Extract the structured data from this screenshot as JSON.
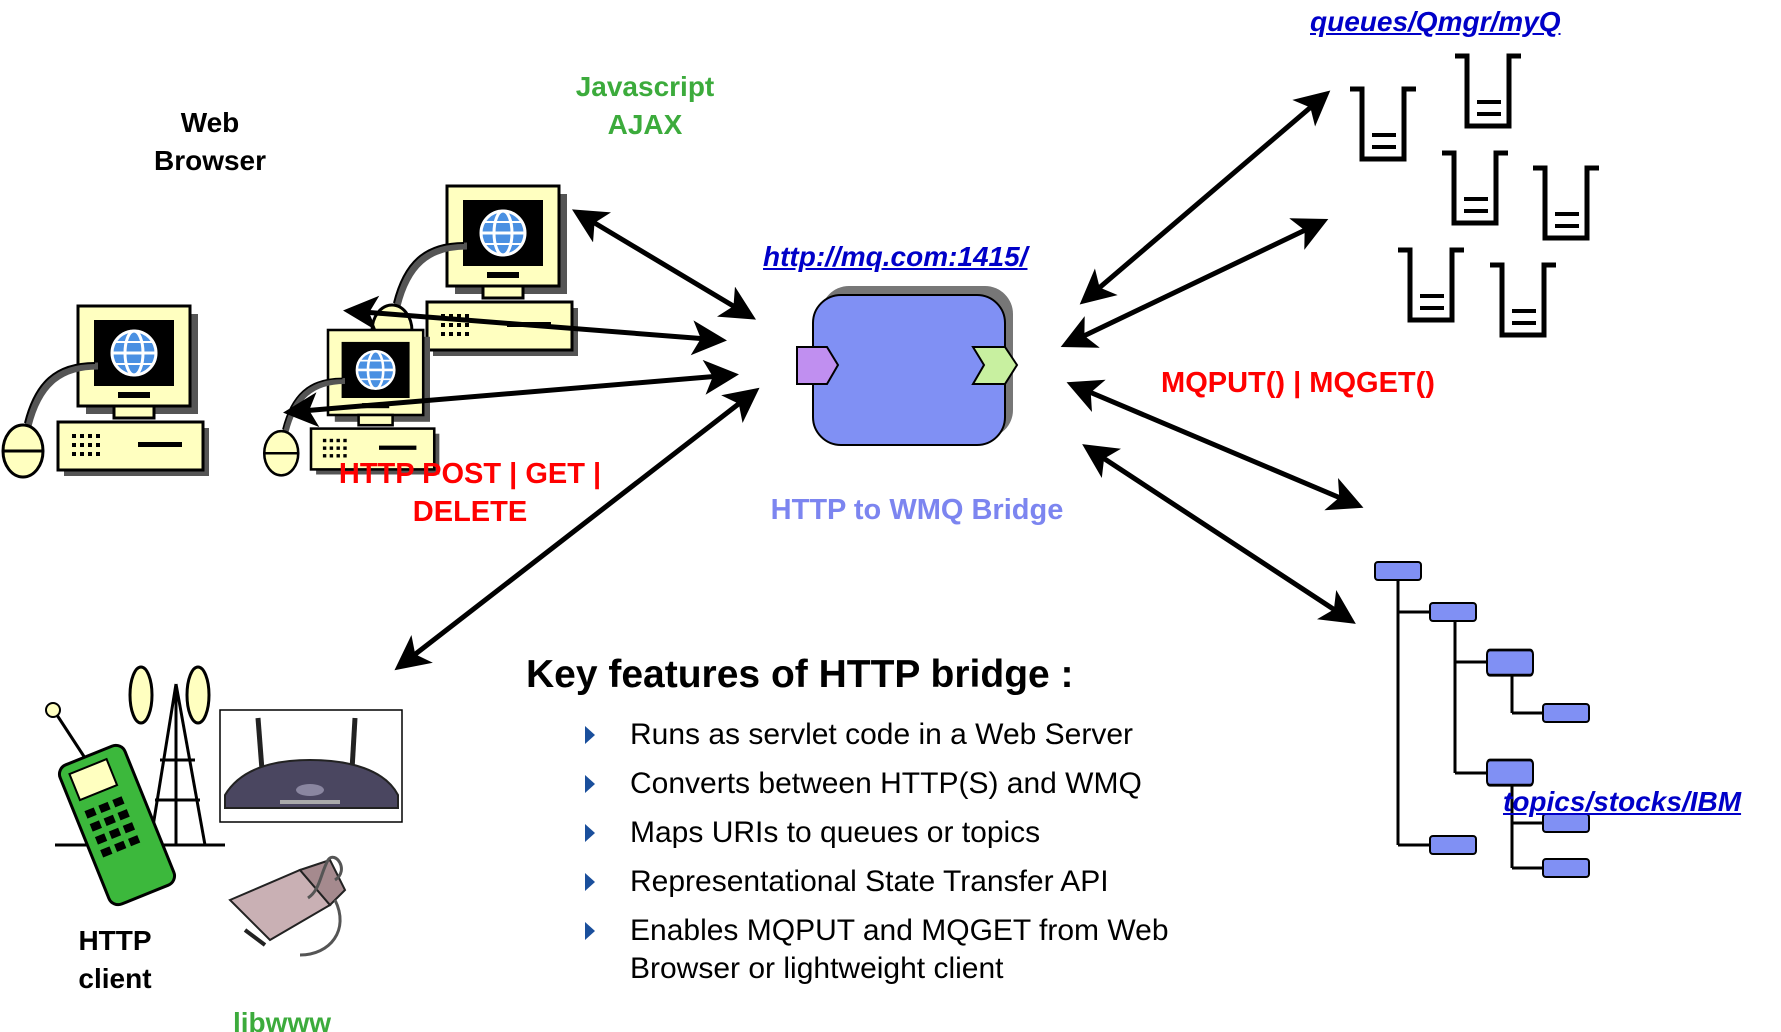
{
  "labels": {
    "web_browser": [
      "Web",
      "Browser"
    ],
    "javascript_ajax": [
      "Javascript",
      "AJAX"
    ],
    "bridge_url": "http://mq.com:1415/",
    "http_methods": [
      "HTTP POST  |  GET |",
      "DELETE"
    ],
    "bridge_title": "HTTP to WMQ Bridge",
    "mq_calls": "MQPUT() | MQGET()",
    "queues_path": "queues/Qmgr/myQ",
    "topics_path": "topics/stocks/IBM",
    "http_client": [
      "HTTP",
      "client"
    ],
    "libwww": "libwww"
  },
  "features": {
    "heading": "Key features of HTTP bridge :",
    "items": [
      "Runs as servlet code in a Web Server",
      "Converts between HTTP(S) and WMQ",
      "Maps URIs to queues or topics",
      "Representational State Transfer API",
      "Enables MQPUT and MQGET from Web Browser or lightweight client"
    ]
  },
  "colors": {
    "green_label": "#3cab3c",
    "red_label": "#ff0000",
    "bridge_label": "#7c85f0",
    "bridge_box": "#8090f4",
    "link_blue": "#0000c8",
    "monitor_fill": "#ffffc0",
    "bullet": "#1a4f9c"
  }
}
